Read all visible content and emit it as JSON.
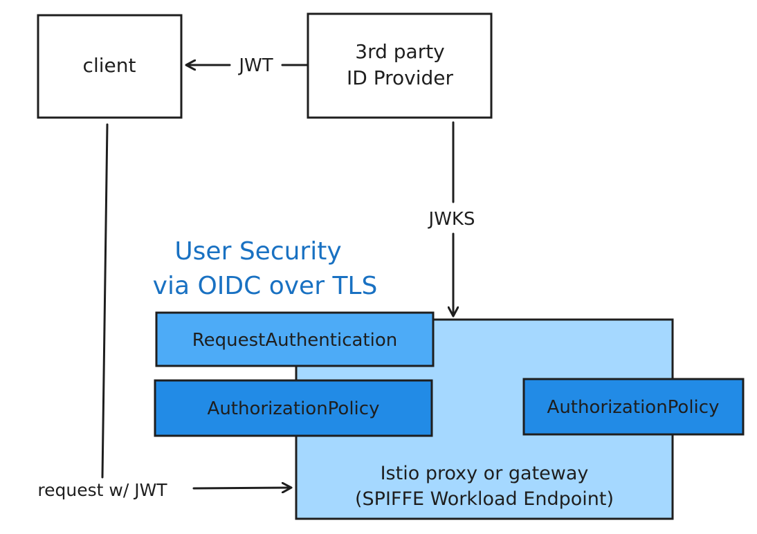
{
  "nodes": {
    "client": {
      "label": "client"
    },
    "idp": {
      "line1": "3rd party",
      "line2": "ID Provider"
    },
    "proxy": {
      "line1": "Istio proxy or gateway",
      "line2": "(SPIFFE Workload Endpoint)"
    },
    "request_authentication": {
      "label": "RequestAuthentication"
    },
    "authorization_policy_left": {
      "label": "AuthorizationPolicy"
    },
    "authorization_policy_right": {
      "label": "AuthorizationPolicy"
    }
  },
  "edges": {
    "idp_to_client": {
      "label": "JWT"
    },
    "idp_to_proxy": {
      "label": "JWKS"
    },
    "client_to_proxy": {
      "label": "request w/ JWT"
    }
  },
  "annotation": {
    "line1": "User Security",
    "line2": "via OIDC over TLS"
  },
  "colors": {
    "stroke": "#1e1e1e",
    "proxy_fill": "#a5d8ff",
    "request_auth_fill": "#4dabf7",
    "authz_fill": "#228be6",
    "annotation_text": "#1971c2"
  }
}
